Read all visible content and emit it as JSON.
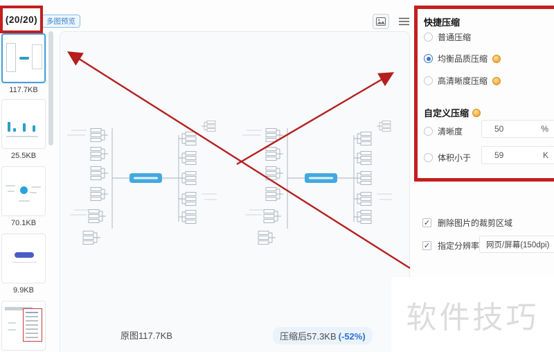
{
  "header": {
    "counter": "(20/20)",
    "badge_label": "多图预览"
  },
  "sidebar": {
    "items": [
      {
        "size": "117.7KB",
        "selected": true,
        "thumb": "diagram-thumbnail"
      },
      {
        "size": "25.5KB",
        "selected": false,
        "thumb": "bar-chart-thumbnail"
      },
      {
        "size": "70.1KB",
        "selected": false,
        "thumb": "blue-dot-sketch-thumbnail"
      },
      {
        "size": "9.9KB",
        "selected": false,
        "thumb": "blue-button-ui-thumbnail"
      },
      {
        "size": "",
        "selected": false,
        "thumb": "screenshot-with-red-menu-thumbnail"
      }
    ]
  },
  "preview": {
    "original_label": "原图117.7KB",
    "compressed_label": "压缩后57.3KB",
    "compressed_pct": "(-52%)"
  },
  "settings": {
    "quick_title": "快捷压缩",
    "options": [
      {
        "label": "普通压缩",
        "checked": false,
        "vip": false
      },
      {
        "label": "均衡品质压缩",
        "checked": true,
        "vip": true
      },
      {
        "label": "高清晰度压缩",
        "checked": false,
        "vip": true
      }
    ],
    "custom_title": "自定义压缩",
    "custom_rows": [
      {
        "label": "清晰度",
        "value": "50",
        "unit": "%"
      },
      {
        "label": "体积小于",
        "value": "59",
        "unit": "K"
      }
    ],
    "checkboxes": [
      {
        "label": "删除图片的裁剪区域",
        "checked": true,
        "check_glyph": "✓"
      },
      {
        "label": "指定分辨率",
        "checked": true,
        "check_glyph": "✓"
      }
    ],
    "resolution_dropdown": "网页/屏幕(150dpi)"
  },
  "watermark_text": "软件技巧",
  "icons": {
    "preview_toggle": "image-icon",
    "panel_menu": "hamburger-icon",
    "vip": "gold-coin-icon"
  },
  "colors": {
    "annotation_red": "#c41e1e",
    "accent_blue": "#3d85c8",
    "selected_border": "#4a9fd8",
    "mindmap_node": "#42a9e0",
    "vip_gold": "#f0a93c",
    "compressed_pct_blue": "#2f6fd0"
  }
}
